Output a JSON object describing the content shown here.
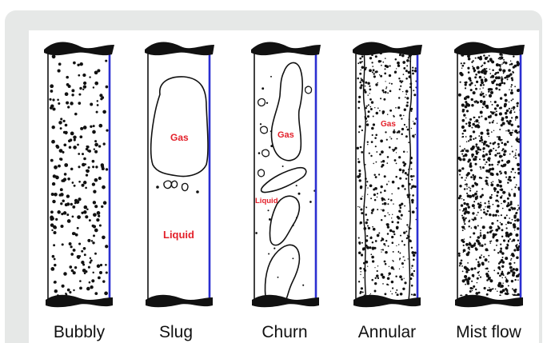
{
  "regimes": [
    {
      "id": "bubbly",
      "caption": "Bubbly"
    },
    {
      "id": "slug",
      "caption": "Slug",
      "gas_label": "Gas",
      "liquid_label": "Liquid"
    },
    {
      "id": "churn",
      "caption": "Churn",
      "gas_label": "Gas",
      "liquid_label": "Liquid"
    },
    {
      "id": "annular",
      "caption": "Annular",
      "gas_label": "Gas"
    },
    {
      "id": "mist",
      "caption": "Mist flow"
    }
  ],
  "colors": {
    "pipe_wall": "#2b2fd1",
    "label_red": "#e3202a",
    "frame_gray": "#e6e8e7",
    "outline": "#111111"
  }
}
